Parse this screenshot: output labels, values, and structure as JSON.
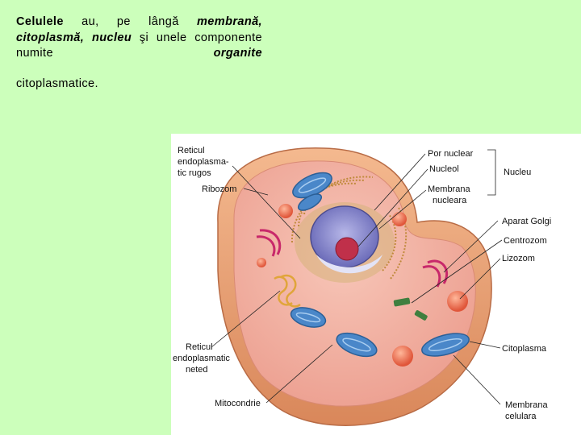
{
  "text": {
    "w1": "Celulele",
    "w2": "au, pe lângă",
    "w3": "membrană,",
    "w4": "citoplasmă,",
    "w5": "nucleu",
    "w6": "şi unele",
    "w7": "componente",
    "w8": "numite",
    "w9": "organite",
    "w10": "citoplasmatice."
  },
  "figure": {
    "labels": {
      "reticul_rugos": [
        "Reticul",
        "endoplasma-",
        "tic rugos"
      ],
      "ribozom": "Ribozom",
      "reticul_neted": [
        "Reticul",
        "endoplasmatic",
        "neted"
      ],
      "mitocondrie": "Mitocondrie",
      "por_nuclear": "Por nuclear",
      "nucleol": "Nucleol",
      "membrana_nucleara": [
        "Membrana",
        "nucleara"
      ],
      "nucleu": "Nucleu",
      "aparat_golgi": "Aparat Golgi",
      "centrozom": "Centrozom",
      "lizozom": "Lizozom",
      "citoplasma": "Citoplasma",
      "membrana_celulara": [
        "Membrana",
        "celulara"
      ]
    }
  }
}
